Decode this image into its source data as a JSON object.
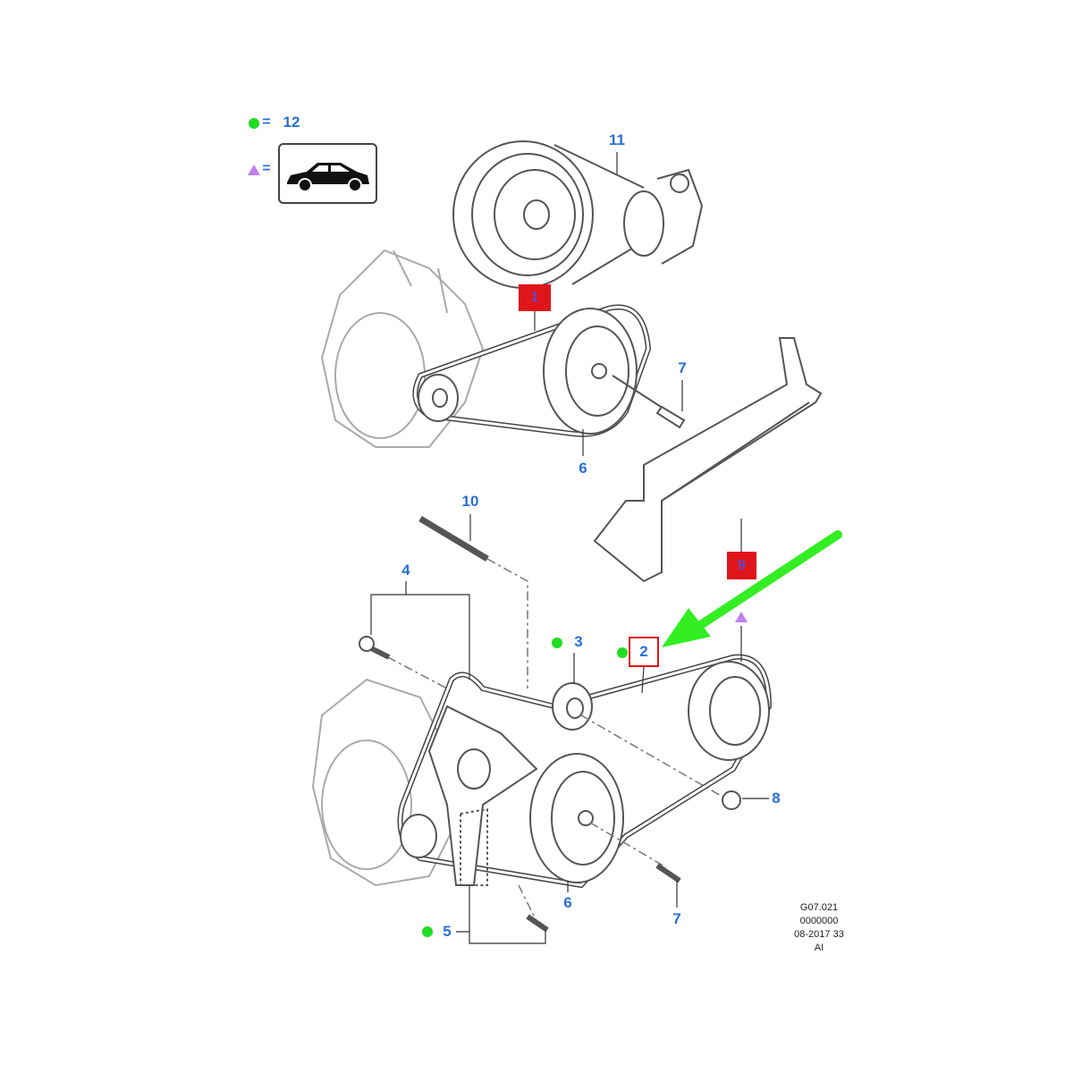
{
  "legend": {
    "dot_value": "12",
    "equals": "=",
    "triangle_meaning_icon": "car-hatchback-icon"
  },
  "callouts": {
    "c1": "1",
    "c2": "2",
    "c3": "3",
    "c4": "4",
    "c5": "5",
    "c6a": "6",
    "c6b": "6",
    "c7a": "7",
    "c7b": "7",
    "c8": "8",
    "c9": "9",
    "c10": "10",
    "c11": "11"
  },
  "code_block": {
    "line1": "G07.021",
    "line2": "0000000",
    "line3": "08-2017 33",
    "line4": "AI"
  },
  "colors": {
    "callout_blue": "#2a6fd6",
    "highlight_red": "#e0141b",
    "marker_green": "#22dd22",
    "marker_purple": "#c080f0",
    "arrow_green": "#33ee22"
  }
}
